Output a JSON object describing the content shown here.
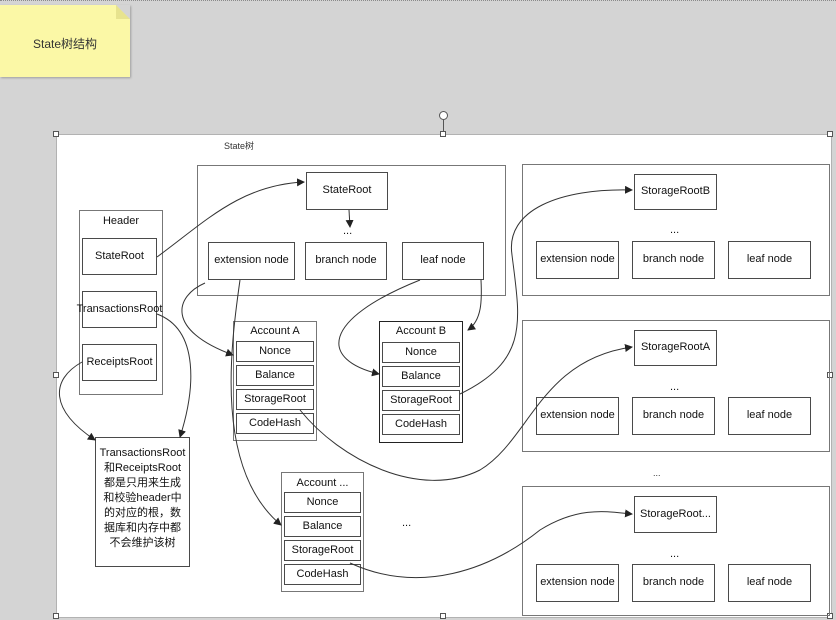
{
  "sticky_note": {
    "text": "State树结构"
  },
  "diagram": {
    "title": "State树",
    "header": {
      "title": "Header",
      "fields": [
        "StateRoot",
        "TransactionsRoot",
        "ReceiptsRoot"
      ]
    },
    "state_trie": {
      "root": "StateRoot",
      "ellipsis": "...",
      "nodes": [
        "extension node",
        "branch node",
        "leaf node"
      ]
    },
    "accounts": [
      {
        "title": "Account A",
        "fields": [
          "Nonce",
          "Balance",
          "StorageRoot",
          "CodeHash"
        ]
      },
      {
        "title": "Account B",
        "fields": [
          "Nonce",
          "Balance",
          "StorageRoot",
          "CodeHash"
        ]
      },
      {
        "title": "Account ...",
        "fields": [
          "Nonce",
          "Balance",
          "StorageRoot",
          "CodeHash"
        ]
      }
    ],
    "account_ellipsis": "...",
    "storage_tries": [
      {
        "root": "StorageRootB",
        "ellipsis": "...",
        "nodes": [
          "extension node",
          "branch node",
          "leaf node"
        ]
      },
      {
        "root": "StorageRootA",
        "ellipsis": "...",
        "nodes": [
          "extension node",
          "branch node",
          "leaf node"
        ]
      },
      {
        "root": "StorageRoot...",
        "ellipsis": "...",
        "nodes": [
          "extension node",
          "branch node",
          "leaf node"
        ]
      }
    ],
    "storage_ellipsis": "...",
    "note_lines": [
      "TransactionsRoot",
      "和ReceiptsRoot",
      "都是只用来生成",
      "和校验header中",
      "的对应的根，数",
      "据库和内存中都",
      "不会维护该树"
    ]
  }
}
